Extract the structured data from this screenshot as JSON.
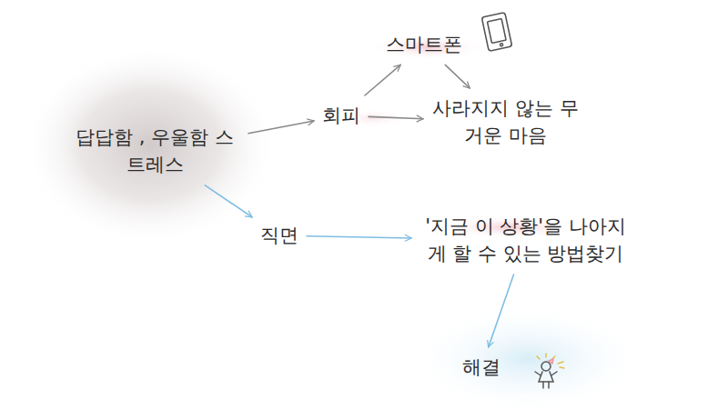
{
  "diagram": {
    "nodes": [
      {
        "text": [
          "답답함 , 우울함 스트레스"
        ]
      },
      {
        "text": [
          "회피"
        ]
      },
      {
        "text": [
          "스마트폰"
        ]
      },
      {
        "text": [
          "사라지지 않는 무거운 마음"
        ]
      },
      {
        "text": [
          "직면"
        ]
      },
      {
        "text": [
          "'지금 이 상황'을 나아지게 할 수 있는 방법찾기"
        ]
      },
      {
        "text": [
          "해결"
        ]
      }
    ],
    "edges": [
      {
        "from": 0,
        "to": 1,
        "arrow": "to"
      },
      {
        "from": 1,
        "to": 2,
        "arrow": "to"
      },
      {
        "from": 2,
        "to": 3,
        "arrow": "to"
      },
      {
        "from": 1,
        "to": 3,
        "arrow": "to"
      },
      {
        "from": 0,
        "to": 4,
        "arrow": "to"
      },
      {
        "from": 4,
        "to": 5,
        "arrow": "to"
      },
      {
        "from": 5,
        "to": 6,
        "arrow": "to"
      }
    ]
  }
}
